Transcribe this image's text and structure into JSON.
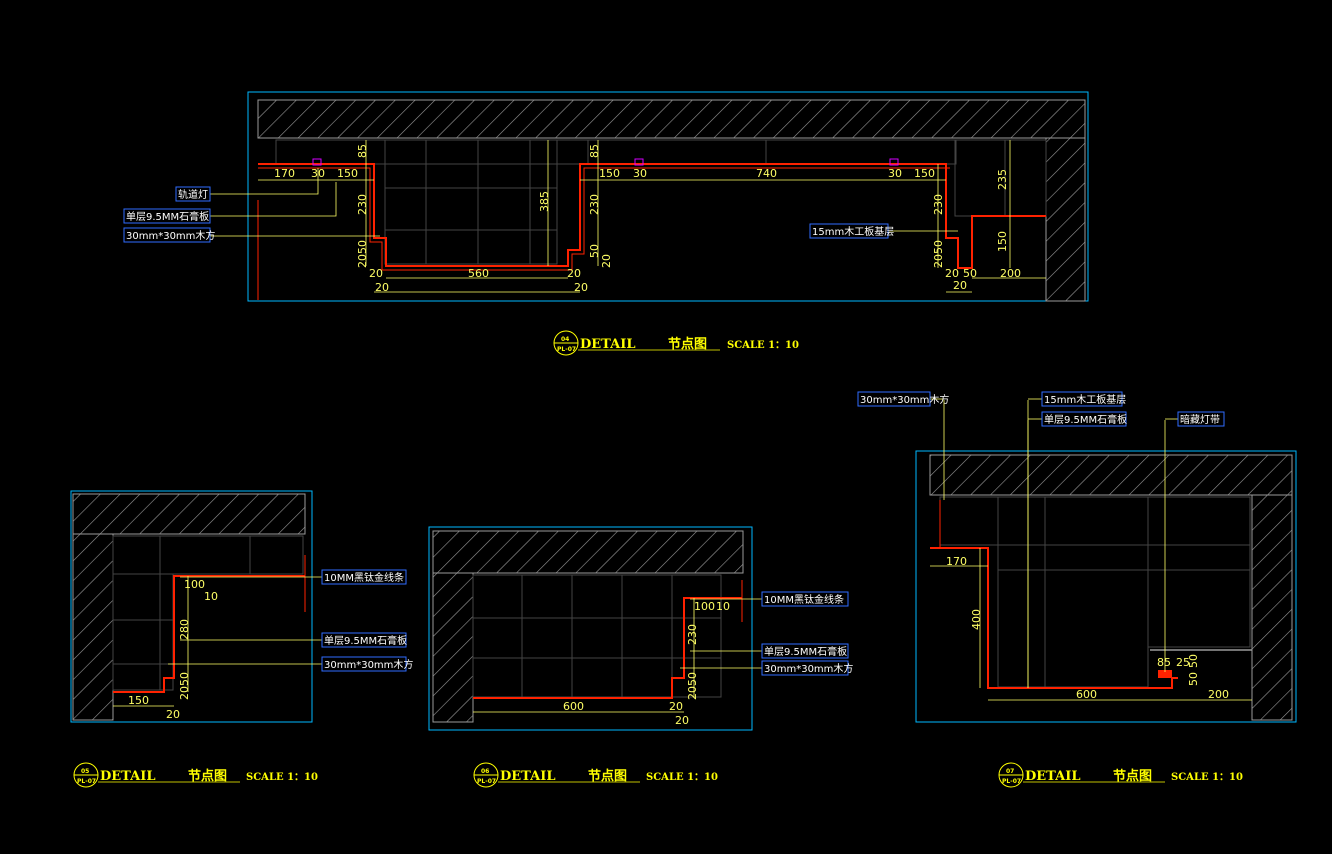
{
  "colors": {
    "background": "#000000",
    "cyan": "#00b8ff",
    "hatch": "#9a9a9a",
    "red_line": "#ff2200",
    "dimension": "#ffff66",
    "label_box": "#2f6dff",
    "magenta": "#d400ff"
  },
  "detail_04": {
    "circle_top": "04",
    "circle_bottom": "PL-07",
    "detail_word": "DETAIL",
    "title_cn": "节点图",
    "scale": "SCALE  1：10",
    "labels": {
      "track_light": "轨道灯",
      "gypsum_board": "单层9.5MM石膏板",
      "wood_batten": "30mm*30mm木方",
      "plywood_base": "15mm木工板基层"
    },
    "dims": {
      "d170": "170",
      "d30a": "30",
      "d150a": "150",
      "d85a": "85",
      "d230a": "230",
      "d385": "385",
      "d85b": "85",
      "d150b": "150",
      "d30b": "30",
      "d740": "740",
      "d30c": "30",
      "d150c": "150",
      "d230b": "230",
      "d235": "235",
      "d230c": "230",
      "d150d": "150",
      "d2050a": "2050",
      "d20a": "20",
      "d20b": "20",
      "d560": "560",
      "d20c": "20",
      "d20d": "20",
      "d50a": "50",
      "d20e": "20",
      "d2050b": "2050",
      "d20f": "20",
      "d20g": "20",
      "d50b": "50",
      "d200": "200"
    }
  },
  "detail_05": {
    "circle_top": "05",
    "circle_bottom": "PL-07",
    "detail_word": "DETAIL",
    "title_cn": "节点图",
    "scale": "SCALE  1：10",
    "labels": {
      "titanium_strip": "10MM黑钛金线条",
      "gypsum_board": "单层9.5MM石膏板",
      "wood_batten": "30mm*30mm木方"
    },
    "dims": {
      "d100": "100",
      "d10": "10",
      "d280": "280",
      "d2050": "2050",
      "d150": "150",
      "d20": "20"
    }
  },
  "detail_06": {
    "circle_top": "06",
    "circle_bottom": "PL-07",
    "detail_word": "DETAIL",
    "title_cn": "节点图",
    "scale": "SCALE  1：10",
    "labels": {
      "titanium_strip": "10MM黑钛金线条",
      "gypsum_board": "单层9.5MM石膏板",
      "wood_batten": "30mm*30mm木方"
    },
    "dims": {
      "d100": "100",
      "d10": "10",
      "d230": "230",
      "d2050": "2050",
      "d600": "600",
      "d20a": "20",
      "d20b": "20"
    }
  },
  "detail_07": {
    "circle_top": "07",
    "circle_bottom": "PL-07",
    "detail_word": "DETAIL",
    "title_cn": "节点图",
    "scale": "SCALE  1：10",
    "labels": {
      "wood_batten": "30mm*30mm木方",
      "plywood_base": "15mm木工板基层",
      "gypsum_board": "单层9.5MM石膏板",
      "hidden_light": "暗藏灯带"
    },
    "dims": {
      "d170": "170",
      "d400": "400",
      "d85": "85",
      "d25": "25",
      "d50a": "50",
      "d50b": "50",
      "d600": "600",
      "d200": "200"
    }
  }
}
